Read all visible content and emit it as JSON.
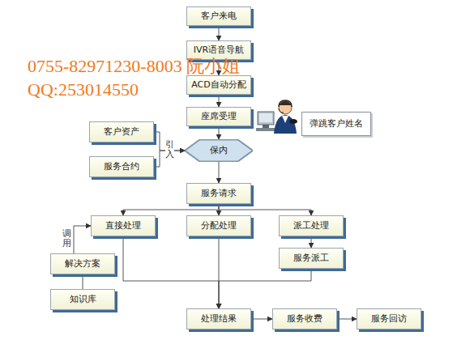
{
  "diagram": {
    "nodes": [
      {
        "text": [
          "客户来电"
        ]
      },
      {
        "text": [
          "IVR语音导航"
        ]
      },
      {
        "text": [
          "ACD自动分配"
        ]
      },
      {
        "text": [
          "座席受理"
        ]
      },
      {
        "text": [
          "弹跳客户姓名"
        ]
      },
      {
        "text": [
          "客户资产"
        ]
      },
      {
        "text": [
          "服务合约"
        ]
      },
      {
        "text": [
          "保内"
        ]
      },
      {
        "text": [
          "服务请求"
        ]
      },
      {
        "text": [
          "直接处理"
        ]
      },
      {
        "text": [
          "分配处理"
        ]
      },
      {
        "text": [
          "派工处理"
        ]
      },
      {
        "text": [
          "服务派工"
        ]
      },
      {
        "text": [
          "解决方案"
        ]
      },
      {
        "text": [
          "知识库"
        ]
      },
      {
        "text": [
          "处理结果"
        ]
      },
      {
        "text": [
          "服务收费"
        ]
      },
      {
        "text": [
          "服务回访"
        ]
      }
    ],
    "edges": [
      {
        "from": 0,
        "to": 1,
        "arrow": "to"
      },
      {
        "from": 1,
        "to": 2,
        "arrow": "to"
      },
      {
        "from": 2,
        "to": 3,
        "arrow": "to"
      },
      {
        "from": 3,
        "to": 7,
        "arrow": "to"
      },
      {
        "from": 5,
        "to": 7,
        "arrow": "to"
      },
      {
        "from": 6,
        "to": 7,
        "arrow": "to"
      },
      {
        "from": 7,
        "to": 8,
        "arrow": "to"
      },
      {
        "from": 8,
        "to": 9,
        "arrow": "to"
      },
      {
        "from": 8,
        "to": 10,
        "arrow": "to"
      },
      {
        "from": 8,
        "to": 11,
        "arrow": "to"
      },
      {
        "from": 11,
        "to": 12,
        "arrow": "to"
      },
      {
        "from": 13,
        "to": 9,
        "arrow": "to"
      },
      {
        "from": 14,
        "to": 13,
        "arrow": "none"
      },
      {
        "from": 9,
        "to": 15,
        "arrow": "to"
      },
      {
        "from": 10,
        "to": 15,
        "arrow": "to"
      },
      {
        "from": 12,
        "to": 15,
        "arrow": "to"
      },
      {
        "from": 15,
        "to": 16,
        "arrow": "to"
      },
      {
        "from": 16,
        "to": 17,
        "arrow": "to"
      }
    ],
    "labels": [
      "0755-82971230-8003 阮小姐",
      "QQ:253014550",
      "引入",
      "调用"
    ]
  }
}
